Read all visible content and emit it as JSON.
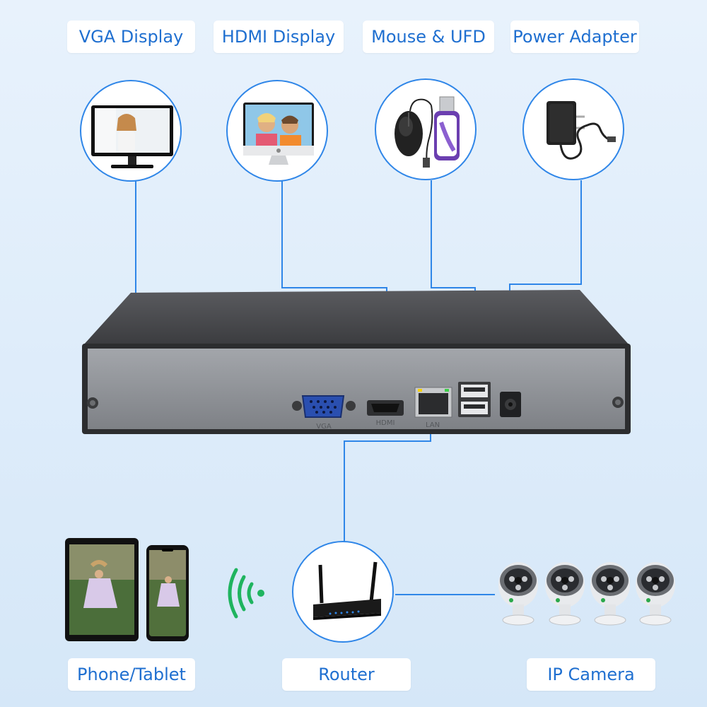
{
  "labels": {
    "vga_display": "VGA Display",
    "hdmi_display": "HDMI Display",
    "mouse_ufd": "Mouse & UFD",
    "power_adapter": "Power Adapter",
    "phone_tablet": "Phone/Tablet",
    "router": "Router",
    "ip_camera": "IP Camera"
  },
  "ports": {
    "vga": "VGA",
    "hdmi": "HDMI",
    "lan": "LAN"
  },
  "colors": {
    "accent": "#2f86e8",
    "label_text": "#1f6fd0",
    "wire": "#2f86e8",
    "nvr_body": "#8c8f94",
    "nvr_top": "#4a4b4e",
    "wifi": "#1fb45f"
  },
  "icons": [
    "vga-monitor-icon",
    "imac-monitor-icon",
    "mouse-icon",
    "usb-drive-icon",
    "power-adapter-icon",
    "router-icon",
    "wifi-icon",
    "tablet-icon",
    "phone-icon",
    "ip-camera-icon"
  ]
}
